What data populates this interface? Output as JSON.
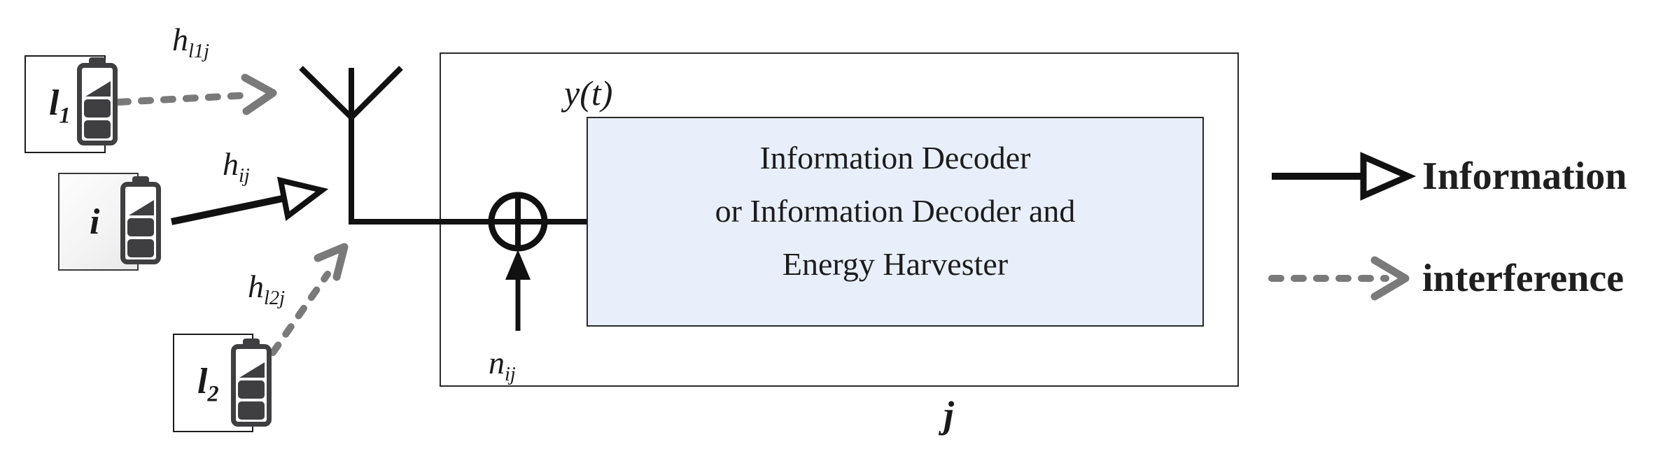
{
  "nodes": {
    "l1": {
      "label_main": "l",
      "label_sub": "1"
    },
    "i": {
      "label": "i"
    },
    "l2": {
      "label_main": "l",
      "label_sub": "2"
    }
  },
  "channels": {
    "h_l1j": {
      "main": "h",
      "sub": "l1j"
    },
    "h_ij": {
      "main": "h",
      "sub": "ij"
    },
    "h_l2j": {
      "main": "h",
      "sub": "l2j"
    }
  },
  "receiver": {
    "node_label": "j",
    "received_signal_label": "y(t)",
    "noise": {
      "main": "n",
      "sub": "ij"
    },
    "decoder_lines": [
      "Information Decoder",
      "or Information Decoder and",
      "Energy Harvester"
    ]
  },
  "legend": {
    "information_label": "Information",
    "interference_label": "interference"
  },
  "colors": {
    "ink": "#1a1a1a",
    "interference_gray": "#7a7a7a",
    "decoder_fill": "#e9effa",
    "battery_dark": "#3f3f41"
  }
}
